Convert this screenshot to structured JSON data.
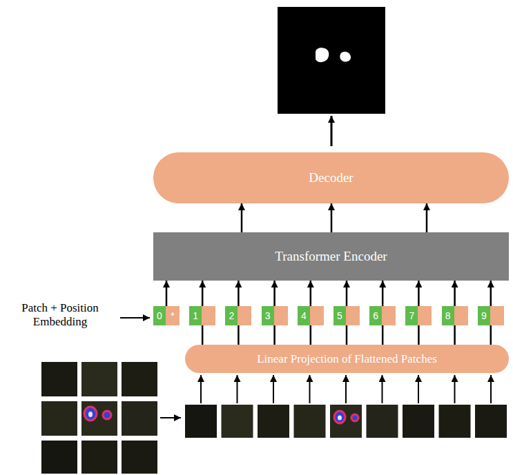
{
  "diagram": {
    "nodes": [
      {
        "text": [
          "Decoder"
        ]
      },
      {
        "text": [
          "Transformer Encoder"
        ]
      },
      {
        "text": [
          "0",
          "*"
        ]
      },
      {
        "text": [
          "1"
        ]
      },
      {
        "text": [
          "2"
        ]
      },
      {
        "text": [
          "3"
        ]
      },
      {
        "text": [
          "4"
        ]
      },
      {
        "text": [
          "5"
        ]
      },
      {
        "text": [
          "6"
        ]
      },
      {
        "text": [
          "7"
        ]
      },
      {
        "text": [
          "8"
        ]
      },
      {
        "text": [
          "9"
        ]
      },
      {
        "text": [
          "Linear Projection of Flattened Patches"
        ]
      }
    ],
    "edges": [
      {
        "from": 1,
        "to": 0,
        "arrow": "to"
      },
      {
        "from": 1,
        "to": 0,
        "arrow": "to"
      },
      {
        "from": 1,
        "to": 0,
        "arrow": "to"
      },
      {
        "from": 2,
        "to": 1,
        "arrow": "to"
      },
      {
        "from": 3,
        "to": 1,
        "arrow": "to"
      },
      {
        "from": 4,
        "to": 1,
        "arrow": "to"
      },
      {
        "from": 5,
        "to": 1,
        "arrow": "to"
      },
      {
        "from": 6,
        "to": 1,
        "arrow": "to"
      },
      {
        "from": 7,
        "to": 1,
        "arrow": "to"
      },
      {
        "from": 8,
        "to": 1,
        "arrow": "to"
      },
      {
        "from": 9,
        "to": 1,
        "arrow": "to"
      },
      {
        "from": 10,
        "to": 1,
        "arrow": "to"
      },
      {
        "from": 11,
        "to": 1,
        "arrow": "to"
      },
      {
        "from": 12,
        "to": 3,
        "arrow": "none"
      },
      {
        "from": 12,
        "to": 4,
        "arrow": "none"
      },
      {
        "from": 12,
        "to": 5,
        "arrow": "none"
      },
      {
        "from": 12,
        "to": 6,
        "arrow": "none"
      },
      {
        "from": 12,
        "to": 7,
        "arrow": "none"
      },
      {
        "from": 12,
        "to": 8,
        "arrow": "none"
      },
      {
        "from": 12,
        "to": 9,
        "arrow": "none"
      },
      {
        "from": 12,
        "to": 10,
        "arrow": "none"
      },
      {
        "from": 12,
        "to": 11,
        "arrow": "none"
      }
    ],
    "labels": [
      "Patch + Position Embedding"
    ]
  }
}
